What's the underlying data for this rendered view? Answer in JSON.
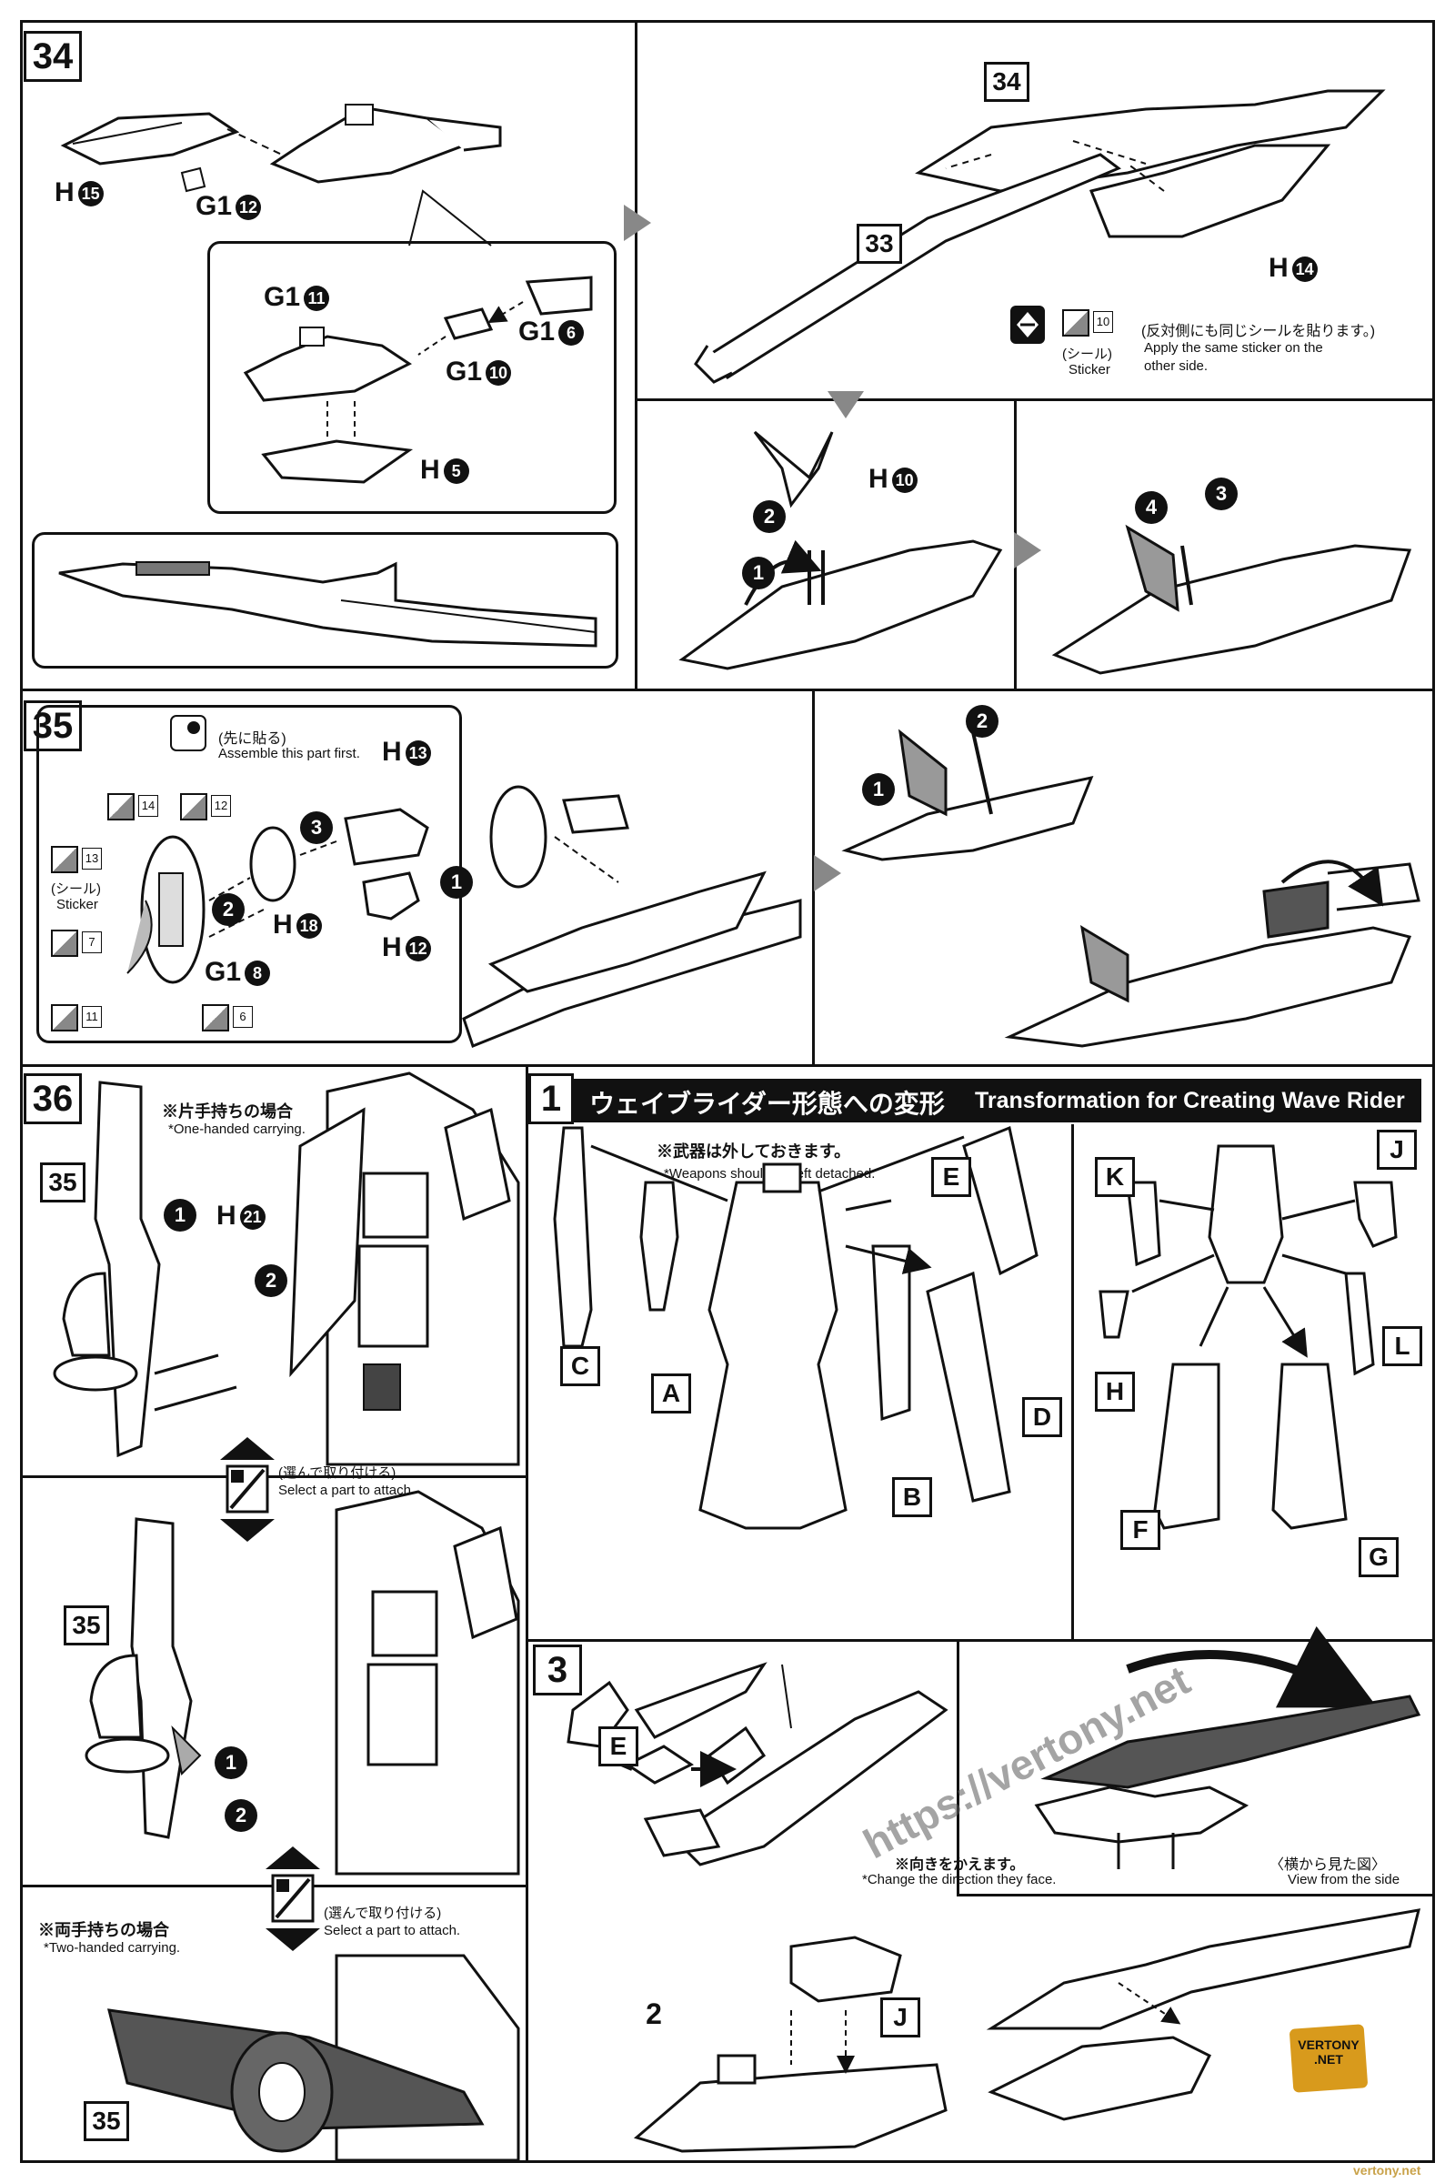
{
  "steps": {
    "s34": {
      "number": "34",
      "parts": [
        "H",
        "G1",
        "G1",
        "G1",
        "G1",
        "H"
      ],
      "part_nums": [
        "15",
        "12",
        "11",
        "6",
        "10",
        "5"
      ],
      "sub": {
        "ref34": "34",
        "ref33": "33",
        "part_h14": "H",
        "num14": "14",
        "sticker_num": "10",
        "sticker_jp": "シール",
        "sticker_en": "Sticker",
        "note_jp": "(反対側にも同じシールを貼ります。)",
        "note_en1": "Apply the same sticker on the",
        "note_en2": "other side.",
        "part_h10": "H",
        "num10": "10",
        "seq": [
          "1",
          "2",
          "3",
          "4"
        ]
      }
    },
    "s35": {
      "number": "35",
      "first_jp": "(先に貼る)",
      "first_en": "Assemble this part first.",
      "sticker_jp": "(シール)",
      "sticker_en": "Sticker",
      "sticker_nums": [
        "14",
        "12",
        "13",
        "7",
        "11",
        "6"
      ],
      "parts": [
        "H",
        "H",
        "H",
        "G1"
      ],
      "part_nums": [
        "13",
        "18",
        "12",
        "8"
      ],
      "seq": [
        "1",
        "2",
        "3"
      ]
    },
    "s36": {
      "number": "36",
      "one_hand_jp": "※片手持ちの場合",
      "one_hand_en": "*One-handed carrying.",
      "ref35": "35",
      "part_h21": "H",
      "num21": "21",
      "select_jp": "(選んで取り付ける)",
      "select_en": "Select a part to attach.",
      "two_hand_jp": "※両手持ちの場合",
      "two_hand_en": "*Two-handed carrying.",
      "seq": [
        "1",
        "2"
      ]
    }
  },
  "transform": {
    "number": "1",
    "title_jp": "ウェイブライダー形態への変形",
    "title_en": "Transformation for Creating Wave Rider",
    "note_jp": "※武器は外しておきます。",
    "note_en": "*Weapons should be left detached.",
    "labels_left": [
      "C",
      "A",
      "E",
      "B",
      "D"
    ],
    "labels_right": [
      "K",
      "J",
      "H",
      "L",
      "F",
      "G"
    ]
  },
  "step3": {
    "number": "3",
    "label_e": "E",
    "turn_jp": "※向きをかえます。",
    "turn_en": "*Change the direction they face.",
    "side_jp": "〈横から見た図〉",
    "side_en": "View from the side",
    "sub2": "2",
    "label_j": "J"
  },
  "watermark": {
    "url": "https://vertony.net",
    "logo": "VERTONY .NET",
    "footer": "vertony.net"
  }
}
